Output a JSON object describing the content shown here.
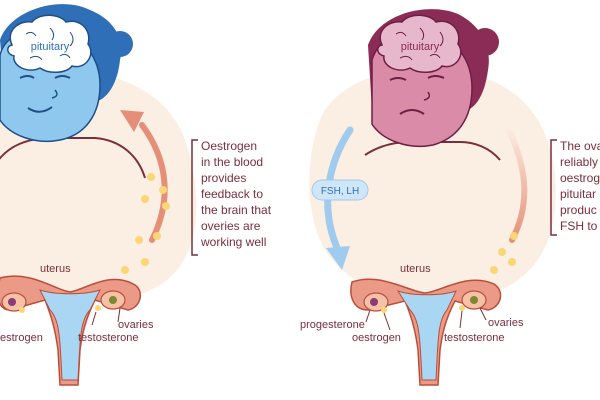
{
  "colors": {
    "blob": "#fbeee2",
    "left_face": "#8ec8ef",
    "left_hair": "#2f6fb8",
    "right_face": "#d98ba8",
    "right_hair": "#8a2c55",
    "text_dark": "#7a2e3c",
    "arrow_salmon": "#e58f78",
    "arrow_blue": "#9fcbef",
    "dot_yellow": "#f8d774",
    "uterus_fill": "#ec9a88",
    "uterus_outline": "#b94f3a",
    "tube_blue": "#a9d6f2",
    "ovary_fill": "#f6c1a7",
    "mark_olive": "#7b8a2f",
    "mark_purple": "#8a3a77"
  },
  "icons": [
    "brain-icon",
    "uterus-icon",
    "ovary-icon",
    "arrow-up-icon",
    "arrow-down-icon"
  ],
  "left": {
    "pituitary": "pituitary",
    "annotation_lines": [
      "Oestrogen",
      "in the blood",
      "provides",
      "feedback to",
      "the brain that",
      "overies are",
      "working well"
    ],
    "uterus": "uterus",
    "ovaries": "ovaries",
    "oestrogen": "estrogen",
    "testosterone": "testosterone"
  },
  "right": {
    "pituitary": "pituitary",
    "hormone_pill": "FSH, LH",
    "annotation_lines": [
      "The ova",
      "reliably",
      "oestrog",
      "pituitar",
      "produc",
      "FSH to"
    ],
    "uterus": "uterus",
    "ovaries": "ovaries",
    "progesterone": "progesterone",
    "oestrogen": "oestrogen",
    "testosterone": "testosterone"
  }
}
